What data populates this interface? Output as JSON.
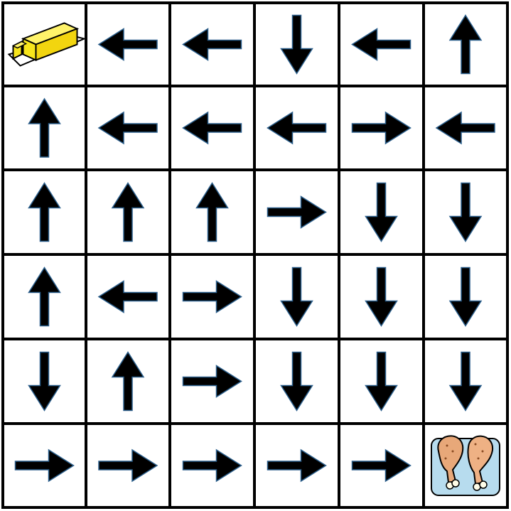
{
  "board": {
    "rows": 6,
    "cols": 6,
    "start_icon": "butter-icon",
    "goal_icon": "chicken-drumsticks-icon",
    "cells": [
      [
        "start",
        "left",
        "left",
        "down",
        "left",
        "up"
      ],
      [
        "up",
        "left",
        "left",
        "left",
        "right",
        "left"
      ],
      [
        "up",
        "up",
        "up",
        "right",
        "down",
        "down"
      ],
      [
        "up",
        "left",
        "right",
        "down",
        "down",
        "down"
      ],
      [
        "down",
        "up",
        "right",
        "down",
        "down",
        "down"
      ],
      [
        "right",
        "right",
        "right",
        "right",
        "right",
        "goal"
      ]
    ]
  },
  "colors": {
    "grid_line": "#000000",
    "cell_background": "#ffffff",
    "arrow_fill": "#000000",
    "arrow_stroke": "#2b5f8c",
    "butter": "#f7e51c",
    "chicken_meat": "#e8a879",
    "goal_background": "#b7dcee"
  }
}
